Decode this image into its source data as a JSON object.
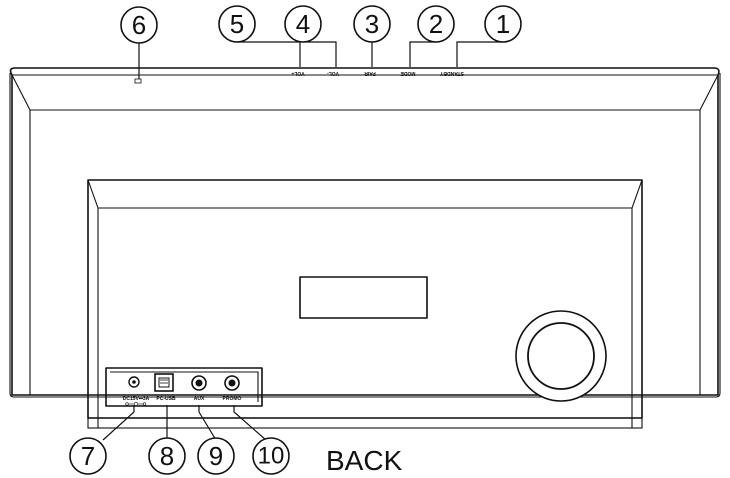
{
  "callouts": [
    {
      "number": "1",
      "label": "STANDBY"
    },
    {
      "number": "2",
      "label": "MODE"
    },
    {
      "number": "3",
      "label": "PAIR"
    },
    {
      "number": "4",
      "label": "VOL-"
    },
    {
      "number": "5",
      "label": "VOL+"
    },
    {
      "number": "6",
      "label": ""
    },
    {
      "number": "7",
      "label": "DC15V⎓3A"
    },
    {
      "number": "8",
      "label": "PC-USB"
    },
    {
      "number": "9",
      "label": "AUX"
    },
    {
      "number": "10",
      "label": "PROMO"
    }
  ],
  "caption": "BACK"
}
